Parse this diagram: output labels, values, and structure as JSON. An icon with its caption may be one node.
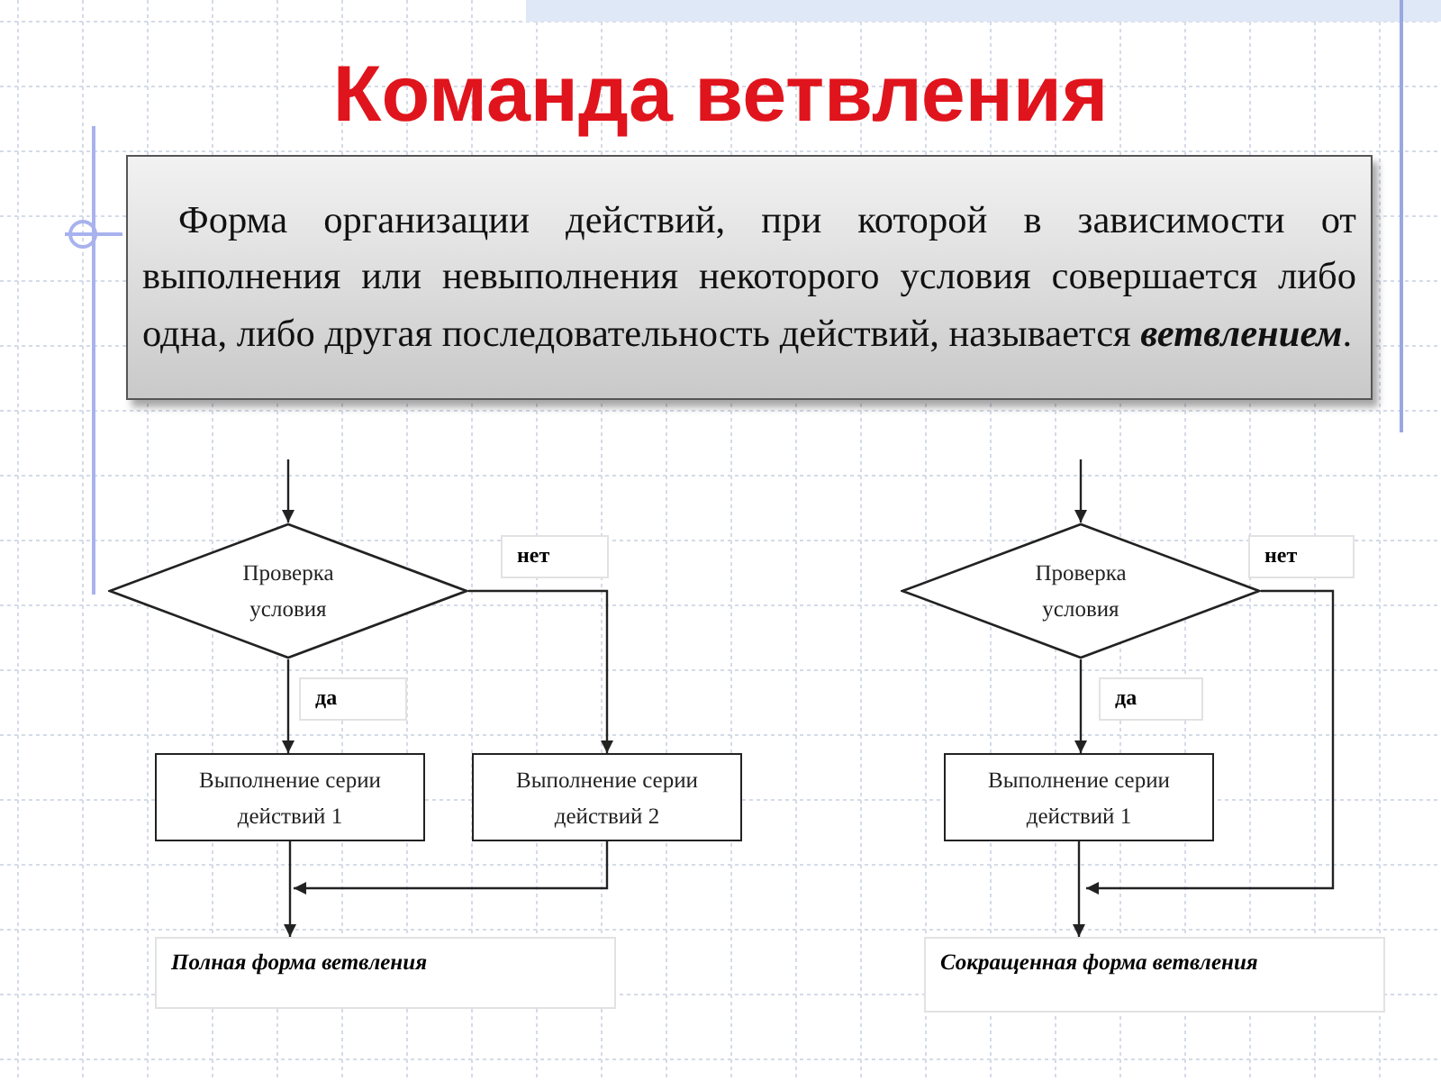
{
  "diagram": {
    "title": "Команда ветвления",
    "nodes": [
      {
        "text": [
          "Форма организации действий, при которой в зависимости от выполнения или невыполнения некоторого условия совершается либо одна, либо другая последовательность действий, называется **ветвлением**."
        ]
      },
      {
        "text": [
          "Проверка условия"
        ]
      },
      {
        "text": [
          "Выполнение серии действий 1"
        ]
      },
      {
        "text": [
          "Выполнение серии действий 2"
        ]
      },
      {
        "text": [
          "Полная форма ветвления"
        ]
      },
      {
        "text": [
          "Проверка условия"
        ]
      },
      {
        "text": [
          "Выполнение серии действий 1"
        ]
      },
      {
        "text": [
          "Сокращенная форма ветвления"
        ]
      }
    ],
    "edges": [
      {
        "from": null,
        "to": 1,
        "arrow": "to"
      },
      {
        "from": 1,
        "to": 2,
        "arrow": "to",
        "label": "да"
      },
      {
        "from": 1,
        "to": 3,
        "arrow": "to",
        "label": "нет"
      },
      {
        "from": 3,
        "to": null,
        "arrow": "to"
      },
      {
        "from": 2,
        "to": 4,
        "arrow": "to"
      },
      {
        "from": null,
        "to": 5,
        "arrow": "to"
      },
      {
        "from": 5,
        "to": 6,
        "arrow": "to",
        "label": "да"
      },
      {
        "from": 5,
        "to": null,
        "arrow": "to",
        "label": "нет"
      },
      {
        "from": 6,
        "to": 7,
        "arrow": "to"
      }
    ]
  }
}
